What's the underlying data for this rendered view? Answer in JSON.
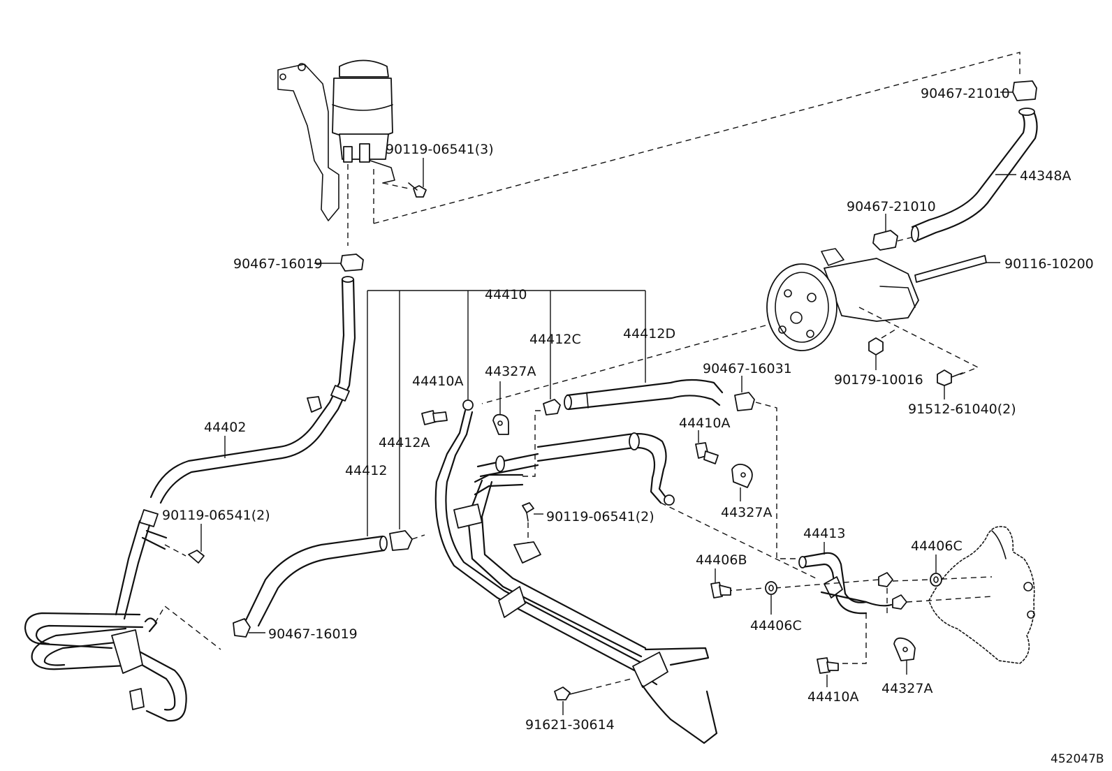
{
  "diagram": {
    "labels": {
      "p90467_21010_top": "90467-21010",
      "p44348A": "44348A",
      "p90467_21010": "90467-21010",
      "p90116_10200": "90116-10200",
      "p90119_06541_3": "90119-06541(3)",
      "p90467_16019_top": "90467-16019",
      "p44410": "44410",
      "p44412C": "44412C",
      "p44412D": "44412D",
      "p90467_16031": "90467-16031",
      "p90179_10016": "90179-10016",
      "p91512_61040_2": "91512-61040(2)",
      "p44410A_a": "44410A",
      "p44327A_a": "44327A",
      "p44410A_b": "44410A",
      "p44327A_b": "44327A",
      "p44402": "44402",
      "p44412A": "44412A",
      "p44412": "44412",
      "p90119_06541_2_left": "90119-06541(2)",
      "p90119_06541_2_mid": "90119-06541(2)",
      "p44413": "44413",
      "p44406B": "44406B",
      "p44406C_a": "44406C",
      "p44406C_b": "44406C",
      "p90467_16019_bottom": "90467-16019",
      "p91621_30614": "91621-30614",
      "p44410A_c": "44410A",
      "p44327A_c": "44327A"
    },
    "figure_code": "452047B"
  }
}
